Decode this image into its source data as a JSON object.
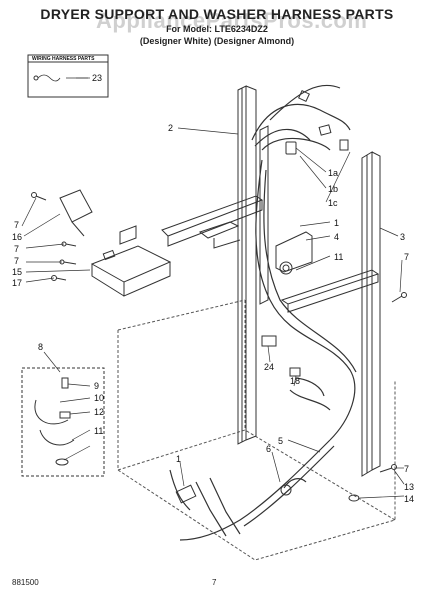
{
  "header": {
    "title": "DRYER SUPPORT AND WASHER HARNESS PARTS",
    "line1": "For Model: LTE6234DZ2",
    "line2": "(Designer White) (Designer Almond)"
  },
  "watermark": "AppliancePartsPros.com",
  "legend": {
    "title": "WIRING HARNESS PARTS",
    "part": "23"
  },
  "part_labels": {
    "p1": "1",
    "p2": "2",
    "p3": "3",
    "p4": "4",
    "p5": "5",
    "p6": "6",
    "p7": "7",
    "p8": "8",
    "p9": "9",
    "p10": "10",
    "p11": "11",
    "p12": "12",
    "p13": "13",
    "p14": "14",
    "p15": "15",
    "p16": "16",
    "p17": "17",
    "p18": "18",
    "p24": "24",
    "p1a": "1a",
    "p1b": "1b",
    "p1c": "1c",
    "p11b": "11"
  },
  "footer": {
    "code": "881500",
    "page": "7"
  }
}
